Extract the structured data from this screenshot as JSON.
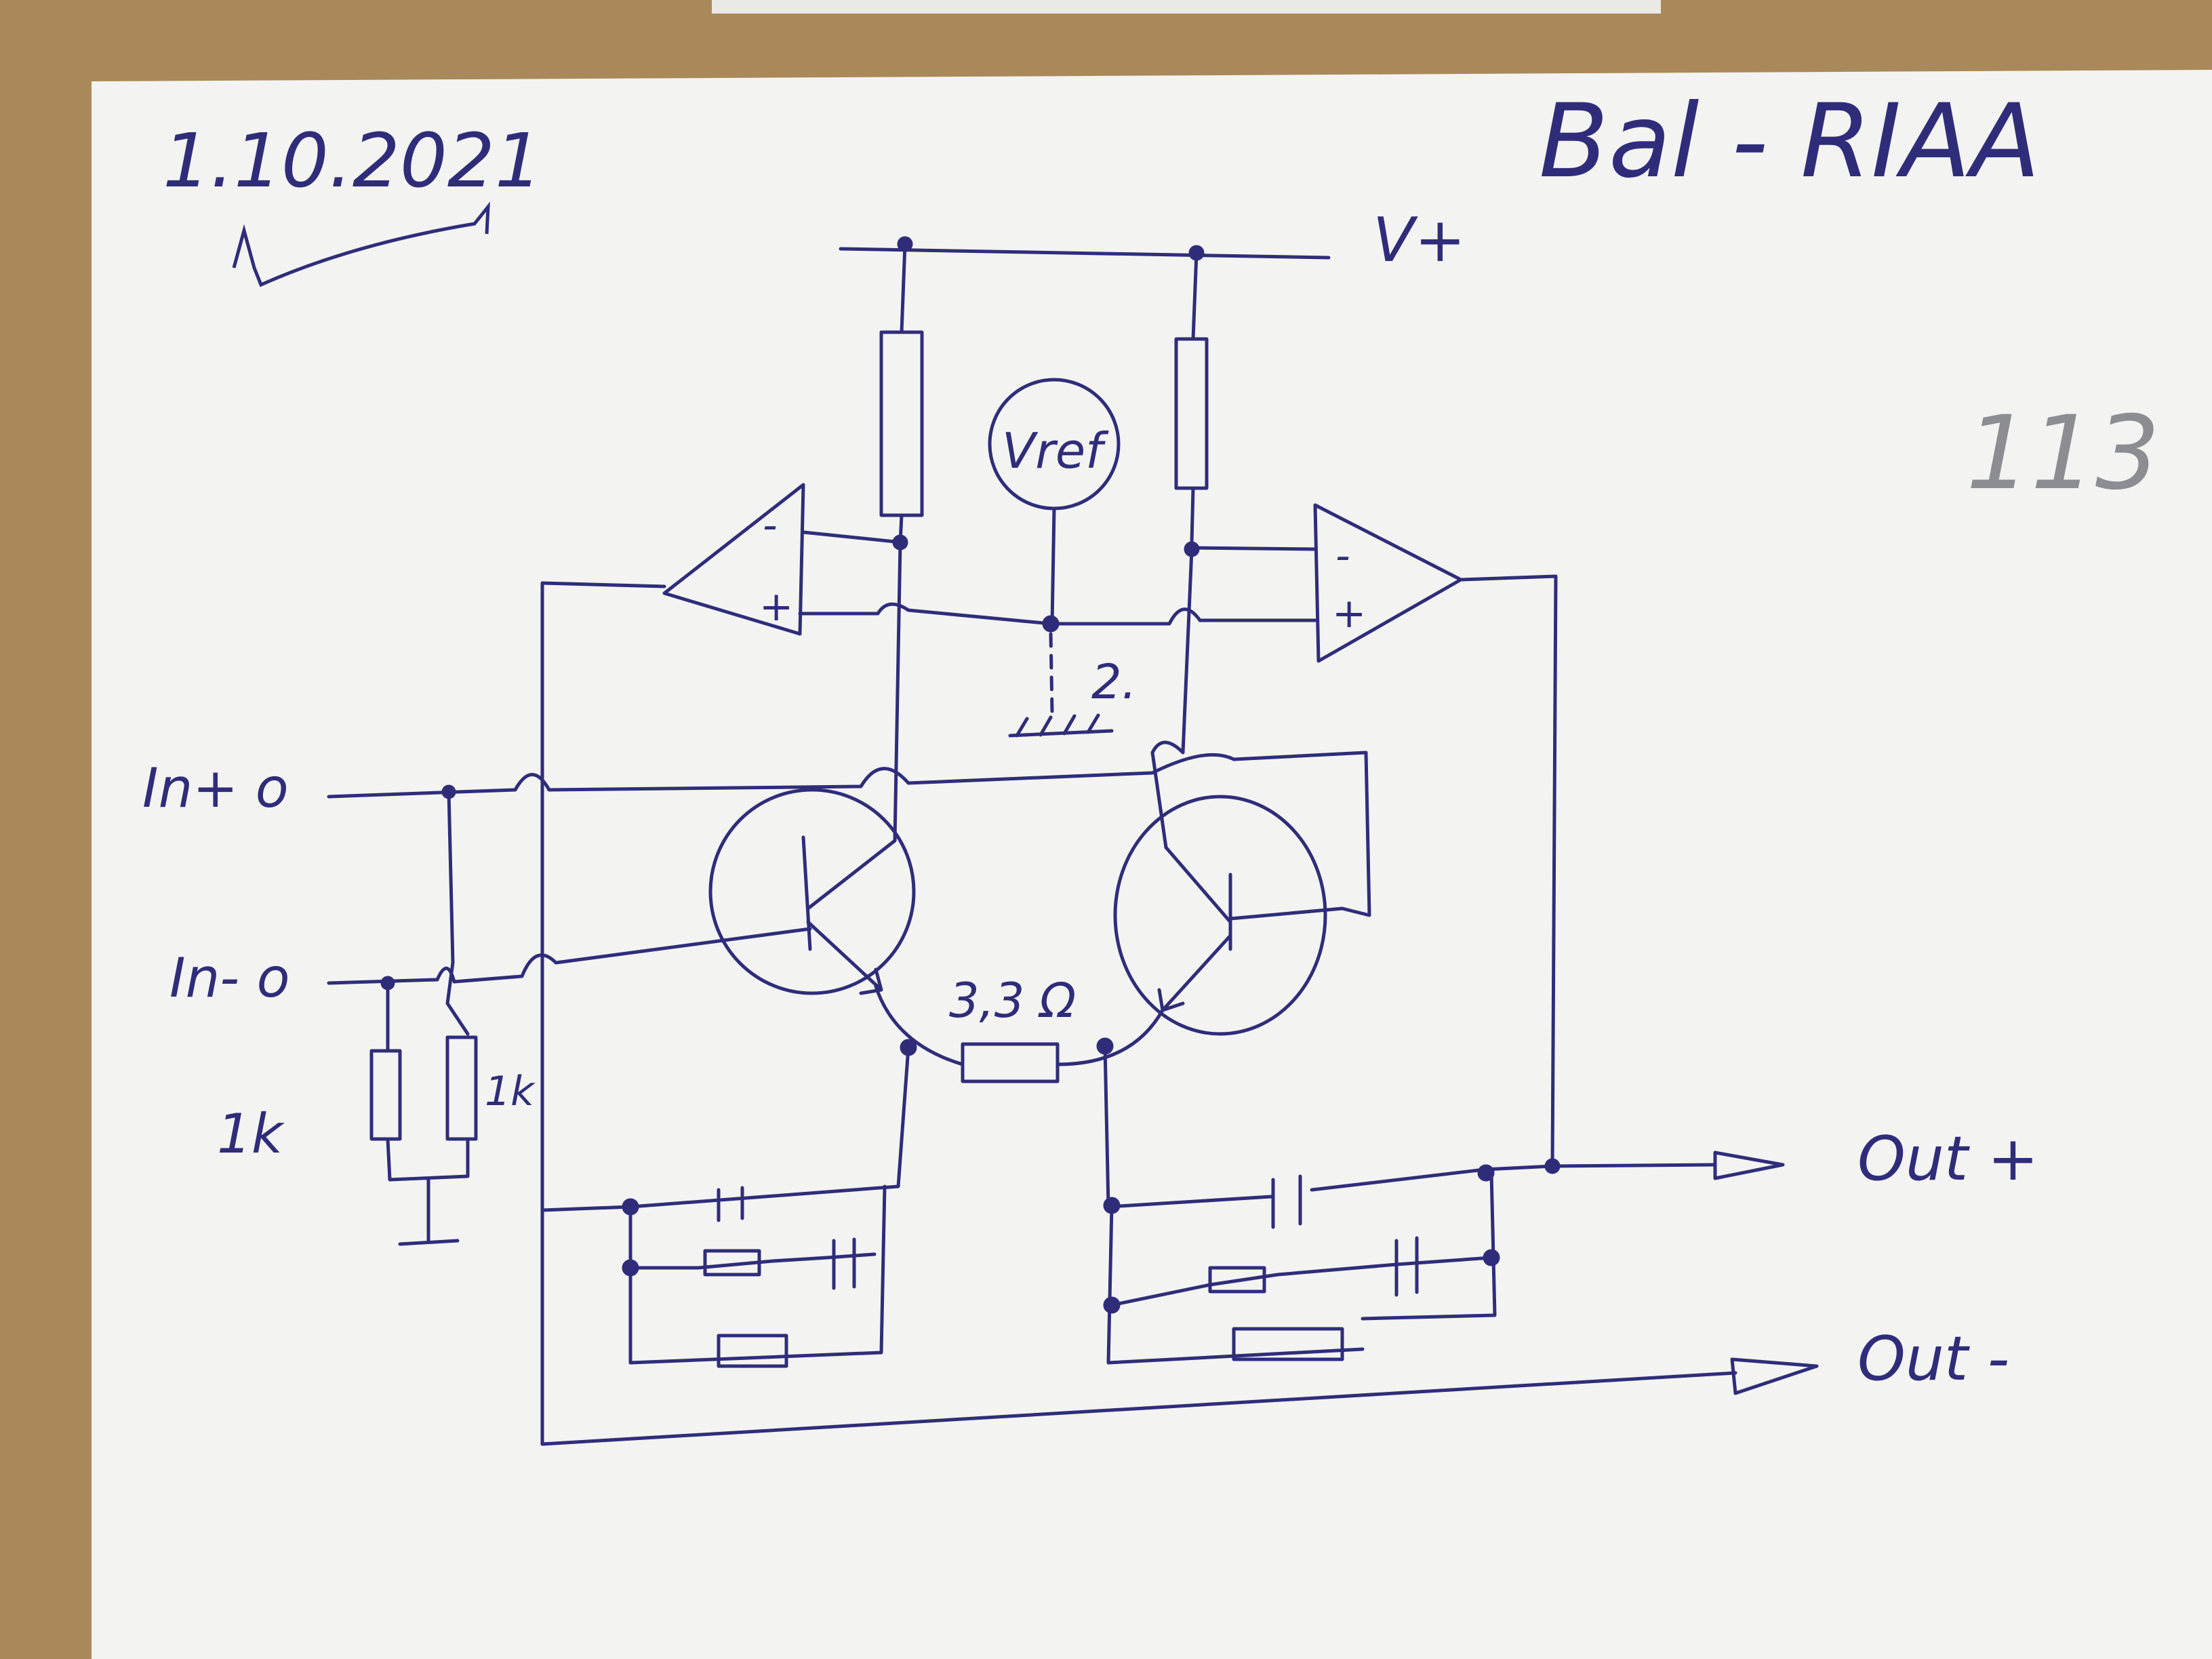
{
  "sheet": {
    "date": "1.10.2021",
    "title": "Bal - RIAA",
    "corner_number": "113",
    "colors": {
      "ink": "#2f2d7a",
      "paper": "#f3f3f1",
      "table": "#a9885a",
      "pencil": "#8b8d92"
    }
  },
  "schematic": {
    "supply_label": "V+",
    "reference_label": "Vref",
    "ground_note": "2.",
    "input_pos_label": "In+ o",
    "input_neg_label": "In- o",
    "emitter_resistor_label": "3,3 Ω",
    "input_res_left_label": "1k",
    "input_res_right_label": "1k",
    "opamp_minus": "-",
    "opamp_plus": "+",
    "output_pos_label": "Out +",
    "output_neg_label": "Out -"
  }
}
